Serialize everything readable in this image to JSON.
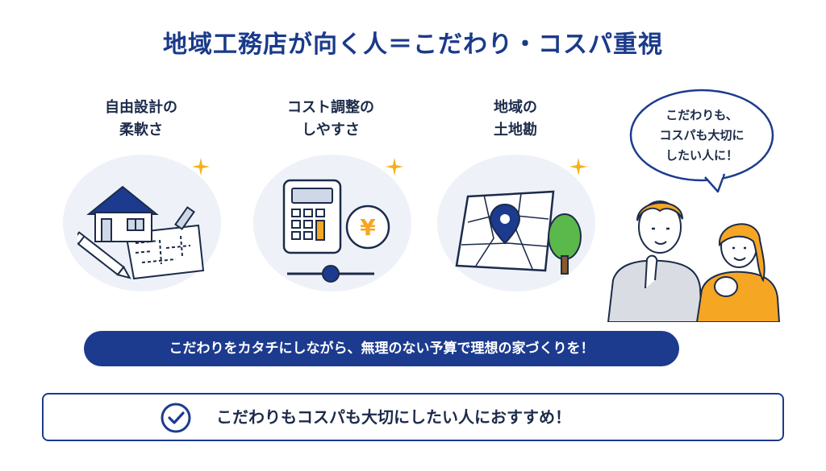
{
  "title": "地域工務店が向く人＝こだわり・コスパ重視",
  "features": [
    {
      "label": "自由設計の\n柔軟さ",
      "icon": "house-blueprint-icon"
    },
    {
      "label": "コスト調整の\nしやすさ",
      "icon": "calculator-yen-icon"
    },
    {
      "label": "地域の\n土地勘",
      "icon": "map-pin-tree-icon"
    }
  ],
  "speech_bubble": "こだわりも、\nコスパも大切に\nしたい人に！",
  "banner": "こだわりをカタチにしながら、無理のない予算で理想の家づくりを！",
  "recommendation": "こだわりもコスパも大切にしたい人におすすめ！",
  "colors": {
    "navy": "#1c3b8f",
    "accent_yellow": "#f5a623",
    "circle_bg": "#eef2f8"
  }
}
